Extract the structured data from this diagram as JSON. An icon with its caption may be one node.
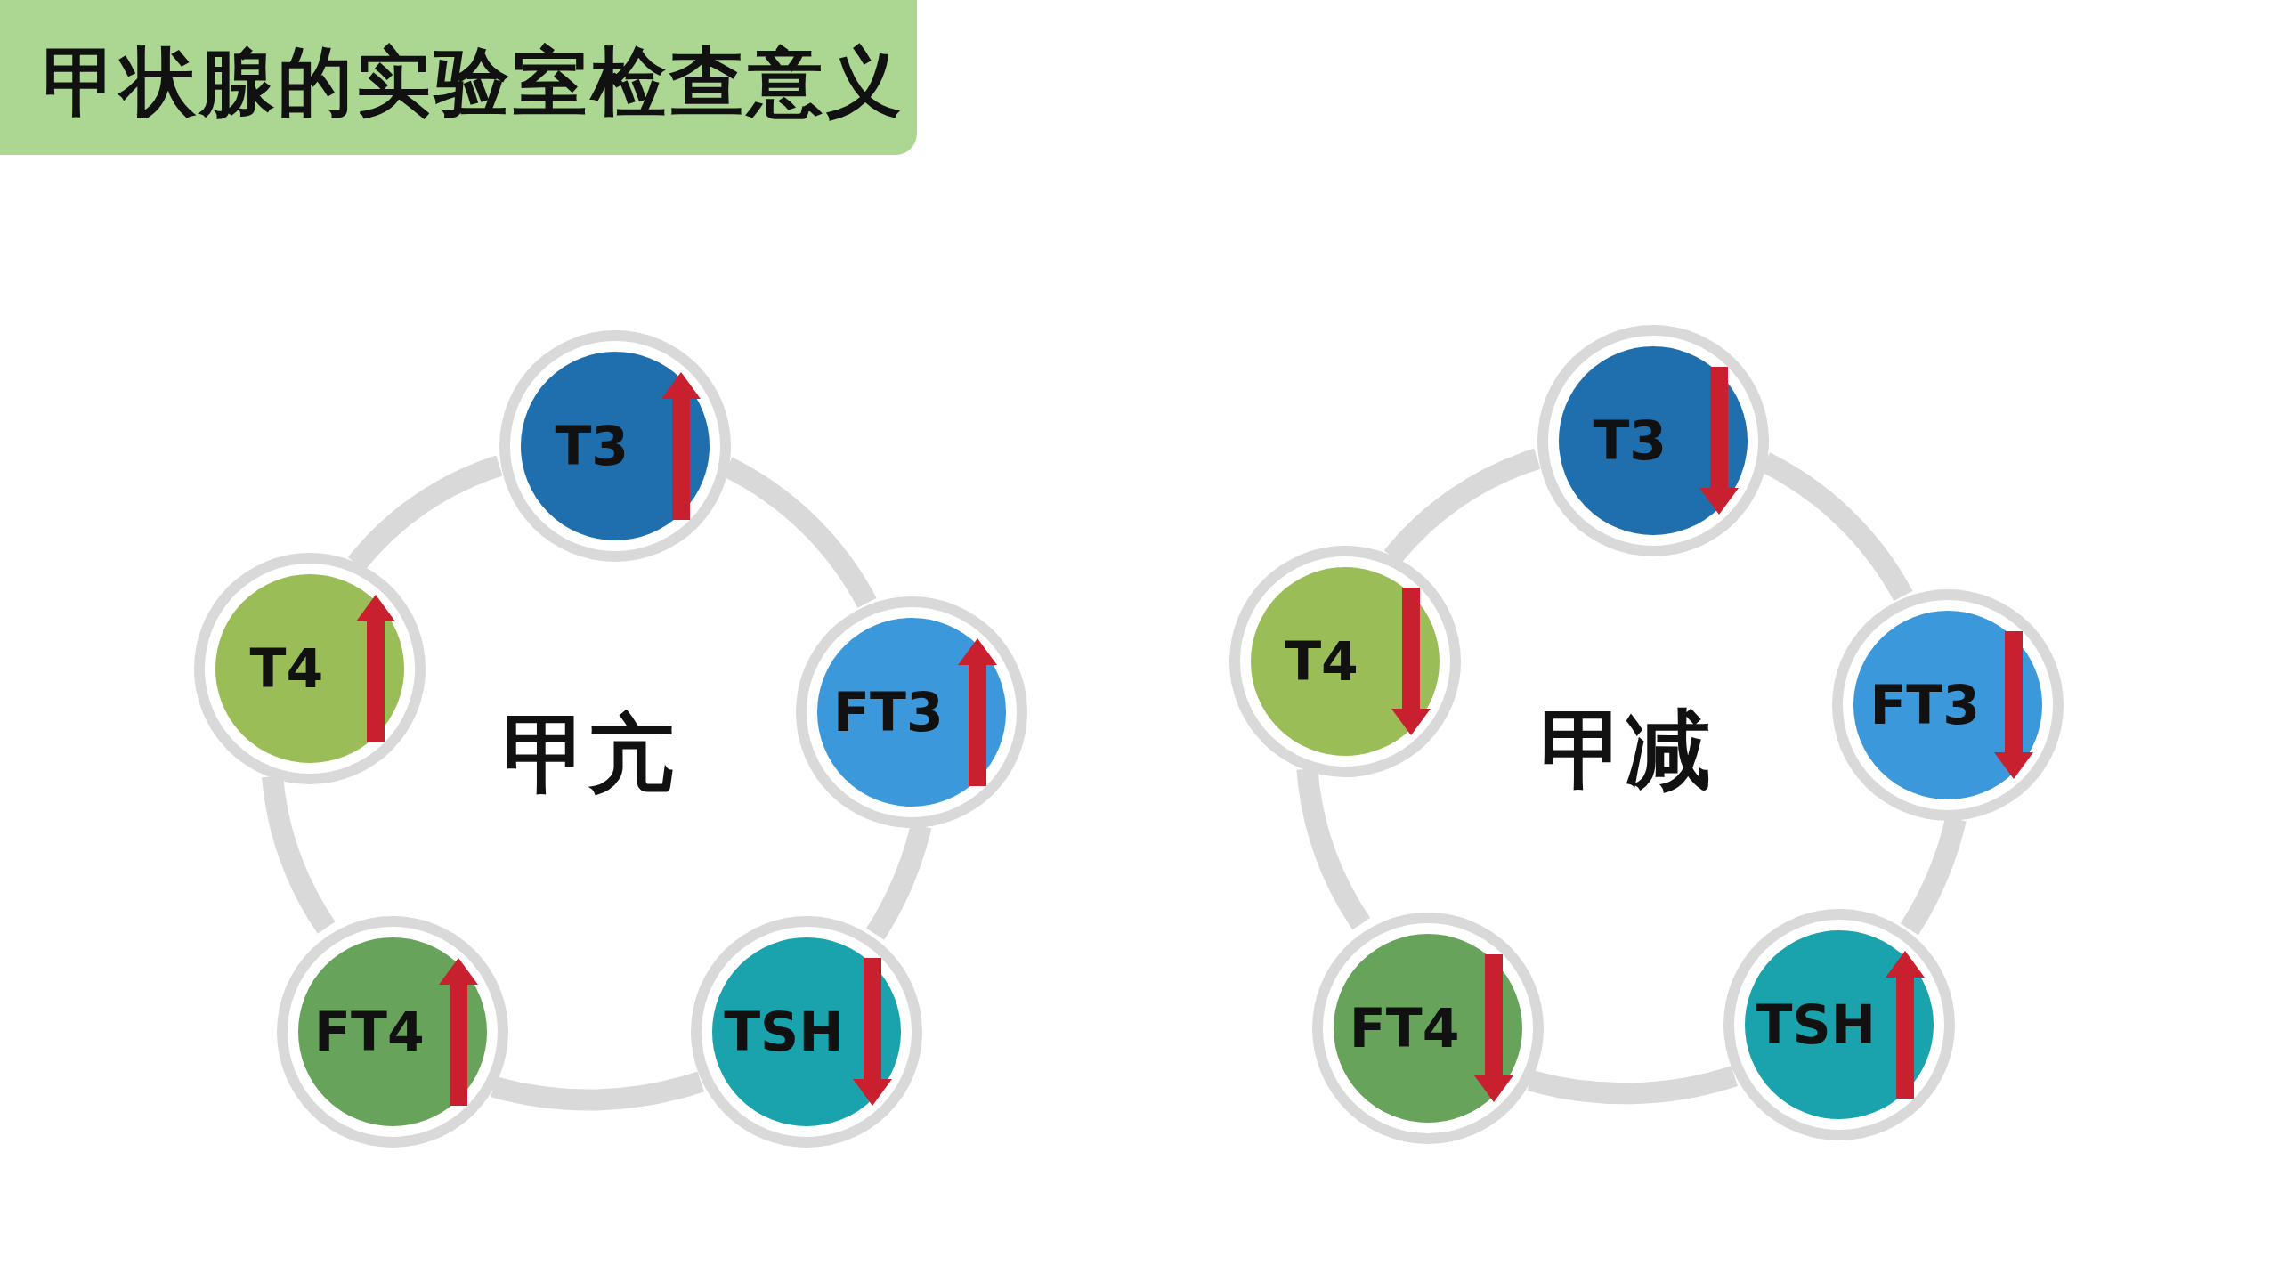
{
  "diagram": {
    "title": "甲状腺的实验室检查意义",
    "nodes": [
      {
        "text": [
          "T3"
        ]
      },
      {
        "text": [
          "FT3"
        ]
      },
      {
        "text": [
          "TSH"
        ]
      },
      {
        "text": [
          "FT4"
        ]
      },
      {
        "text": [
          "T4"
        ]
      },
      {
        "text": [
          "T3"
        ]
      },
      {
        "text": [
          "FT3"
        ]
      },
      {
        "text": [
          "TSH"
        ]
      },
      {
        "text": [
          "FT4"
        ]
      },
      {
        "text": [
          "T4"
        ]
      }
    ],
    "edges": [
      {
        "from": 0,
        "to": 1,
        "arrow": "none"
      },
      {
        "from": 1,
        "to": 2,
        "arrow": "none"
      },
      {
        "from": 2,
        "to": 3,
        "arrow": "none"
      },
      {
        "from": 3,
        "to": 4,
        "arrow": "none"
      },
      {
        "from": 4,
        "to": 0,
        "arrow": "none"
      },
      {
        "from": 5,
        "to": 6,
        "arrow": "none"
      },
      {
        "from": 6,
        "to": 7,
        "arrow": "none"
      },
      {
        "from": 7,
        "to": 8,
        "arrow": "none"
      },
      {
        "from": 8,
        "to": 9,
        "arrow": "none"
      },
      {
        "from": 9,
        "to": 5,
        "arrow": "none"
      }
    ],
    "labels": [
      "甲亢",
      "甲减"
    ]
  }
}
